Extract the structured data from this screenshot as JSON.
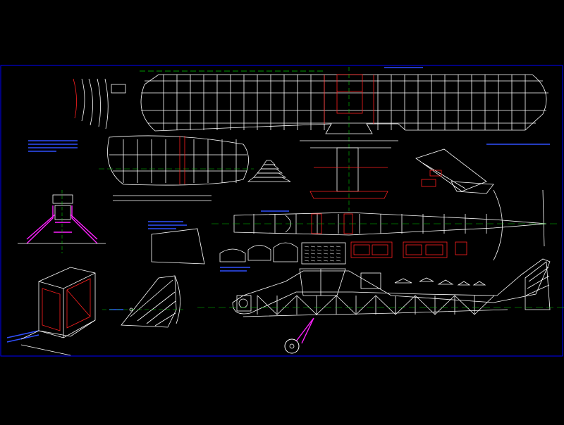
{
  "drawing": {
    "background": "#000000",
    "border_color": "#0000ff",
    "line_colors": {
      "outline": "#ffffff",
      "spar": "#ff2020",
      "centerline": "#00cc00",
      "annotation": "#3050ff",
      "accent": "#ff20ff",
      "hatch": "#ffff00"
    }
  },
  "views": [
    {
      "id": "wing-plan",
      "kind": "top view"
    },
    {
      "id": "wing-rib-profiles",
      "kind": "section"
    },
    {
      "id": "tailplane-plan",
      "kind": "top view"
    },
    {
      "id": "fuselage-top",
      "kind": "top view"
    },
    {
      "id": "fuselage-side",
      "kind": "side view"
    },
    {
      "id": "fin-rudder",
      "kind": "side view"
    },
    {
      "id": "cabin-isometric",
      "kind": "isometric"
    },
    {
      "id": "landing-gear-detail",
      "kind": "detail"
    },
    {
      "id": "former-sections",
      "kind": "section"
    },
    {
      "id": "dihedral-brace",
      "kind": "detail"
    }
  ]
}
